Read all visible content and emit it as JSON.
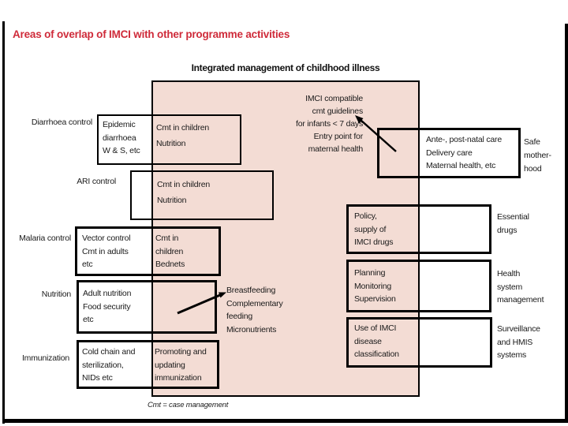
{
  "title": "Areas of overlap of IMCI with other programme activities",
  "imci": {
    "header": "Integrated management of childhood illness",
    "inner_note": "IMCI compatible\ncmt guidelines\nfor infants < 7 days\nEntry point for\nmaternal health"
  },
  "left_rows": [
    {
      "label": "Diarrhoea control",
      "outside_text": "Epidemic\ndiarrhoea\nW & S, etc",
      "inside_text": "Cmt in children\nNutrition"
    },
    {
      "label": "ARI control",
      "outside_text": "",
      "inside_text": "Cmt in children\nNutrition"
    },
    {
      "label": "Malaria control",
      "outside_text": "Vector control\nCmt in adults\netc",
      "inside_text": "Cmt in\nchildren\nBednets"
    },
    {
      "label": "Nutrition",
      "outside_text": "Adult nutrition\nFood security\netc",
      "inside_text": "",
      "callout": "Breastfeeding\nComplementary\nfeeding\nMicronutrients"
    },
    {
      "label": "Immunization",
      "outside_text": "Cold chain and\nsterilization,\nNIDs etc",
      "inside_text": "Promoting and\nupdating\nimmunization"
    }
  ],
  "right_rows": [
    {
      "label": "Safe\nmother-\nhood",
      "inside_text": "",
      "outside_text": "Ante-, post-natal care\nDelivery care\nMaternal health, etc"
    },
    {
      "label": "Essential\ndrugs",
      "inside_text": "Policy,\nsupply of\nIMCI drugs",
      "outside_text": ""
    },
    {
      "label": "Health\nsystem\nmanagement",
      "inside_text": "Planning\nMonitoring\nSupervision",
      "outside_text": ""
    },
    {
      "label": "Surveillance\nand HMIS\nsystems",
      "inside_text": "Use of IMCI\ndisease\nclassification",
      "outside_text": ""
    }
  ],
  "footnote": "Cmt = case management",
  "colors": {
    "accent_red": "#cf2b3a",
    "imci_fill": "#f3dcd4",
    "border": "#000000"
  }
}
